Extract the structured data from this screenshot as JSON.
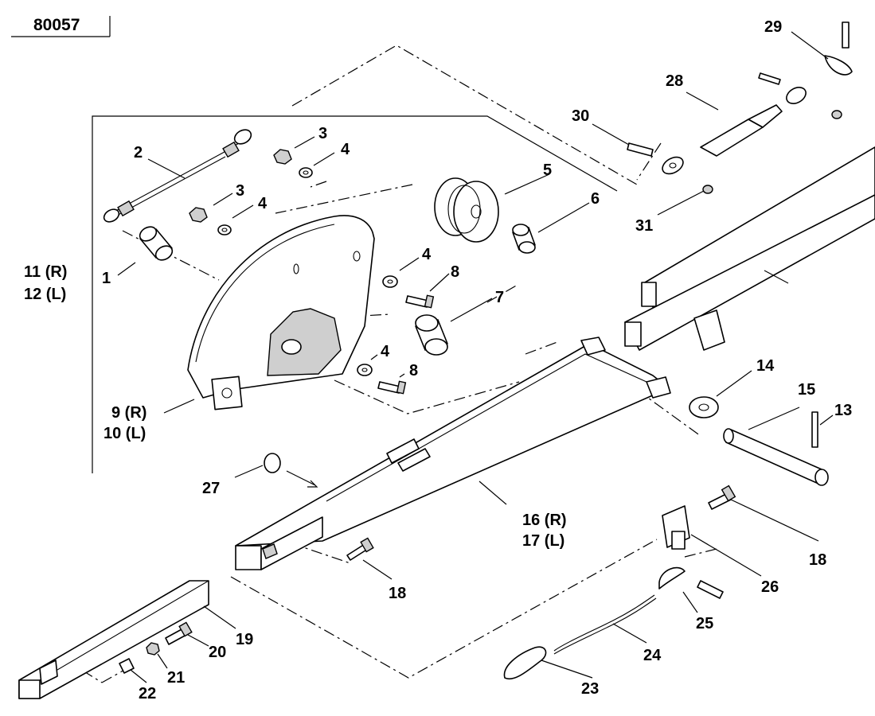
{
  "drawing_number": "80057",
  "callouts": {
    "c1": "1",
    "c2": "2",
    "c3a": "3",
    "c3b": "3",
    "c4a": "4",
    "c4b": "4",
    "c4c": "4",
    "c4d": "4",
    "c5": "5",
    "c6": "6",
    "c7": "7",
    "c8a": "8",
    "c8b": "8",
    "c9": "9  (R)",
    "c10": "10  (L)",
    "c11": "11  (R)",
    "c12": "12  (L)",
    "c13": "13",
    "c14": "14",
    "c15": "15",
    "c16": "16  (R)",
    "c17": "17  (L)",
    "c18a": "18",
    "c18b": "18",
    "c19": "19",
    "c20": "20",
    "c21": "21",
    "c22": "22",
    "c23": "23",
    "c24": "24",
    "c25": "25",
    "c26": "26",
    "c27": "27",
    "c28": "28",
    "c29": "29",
    "c30": "30",
    "c31": "31"
  }
}
